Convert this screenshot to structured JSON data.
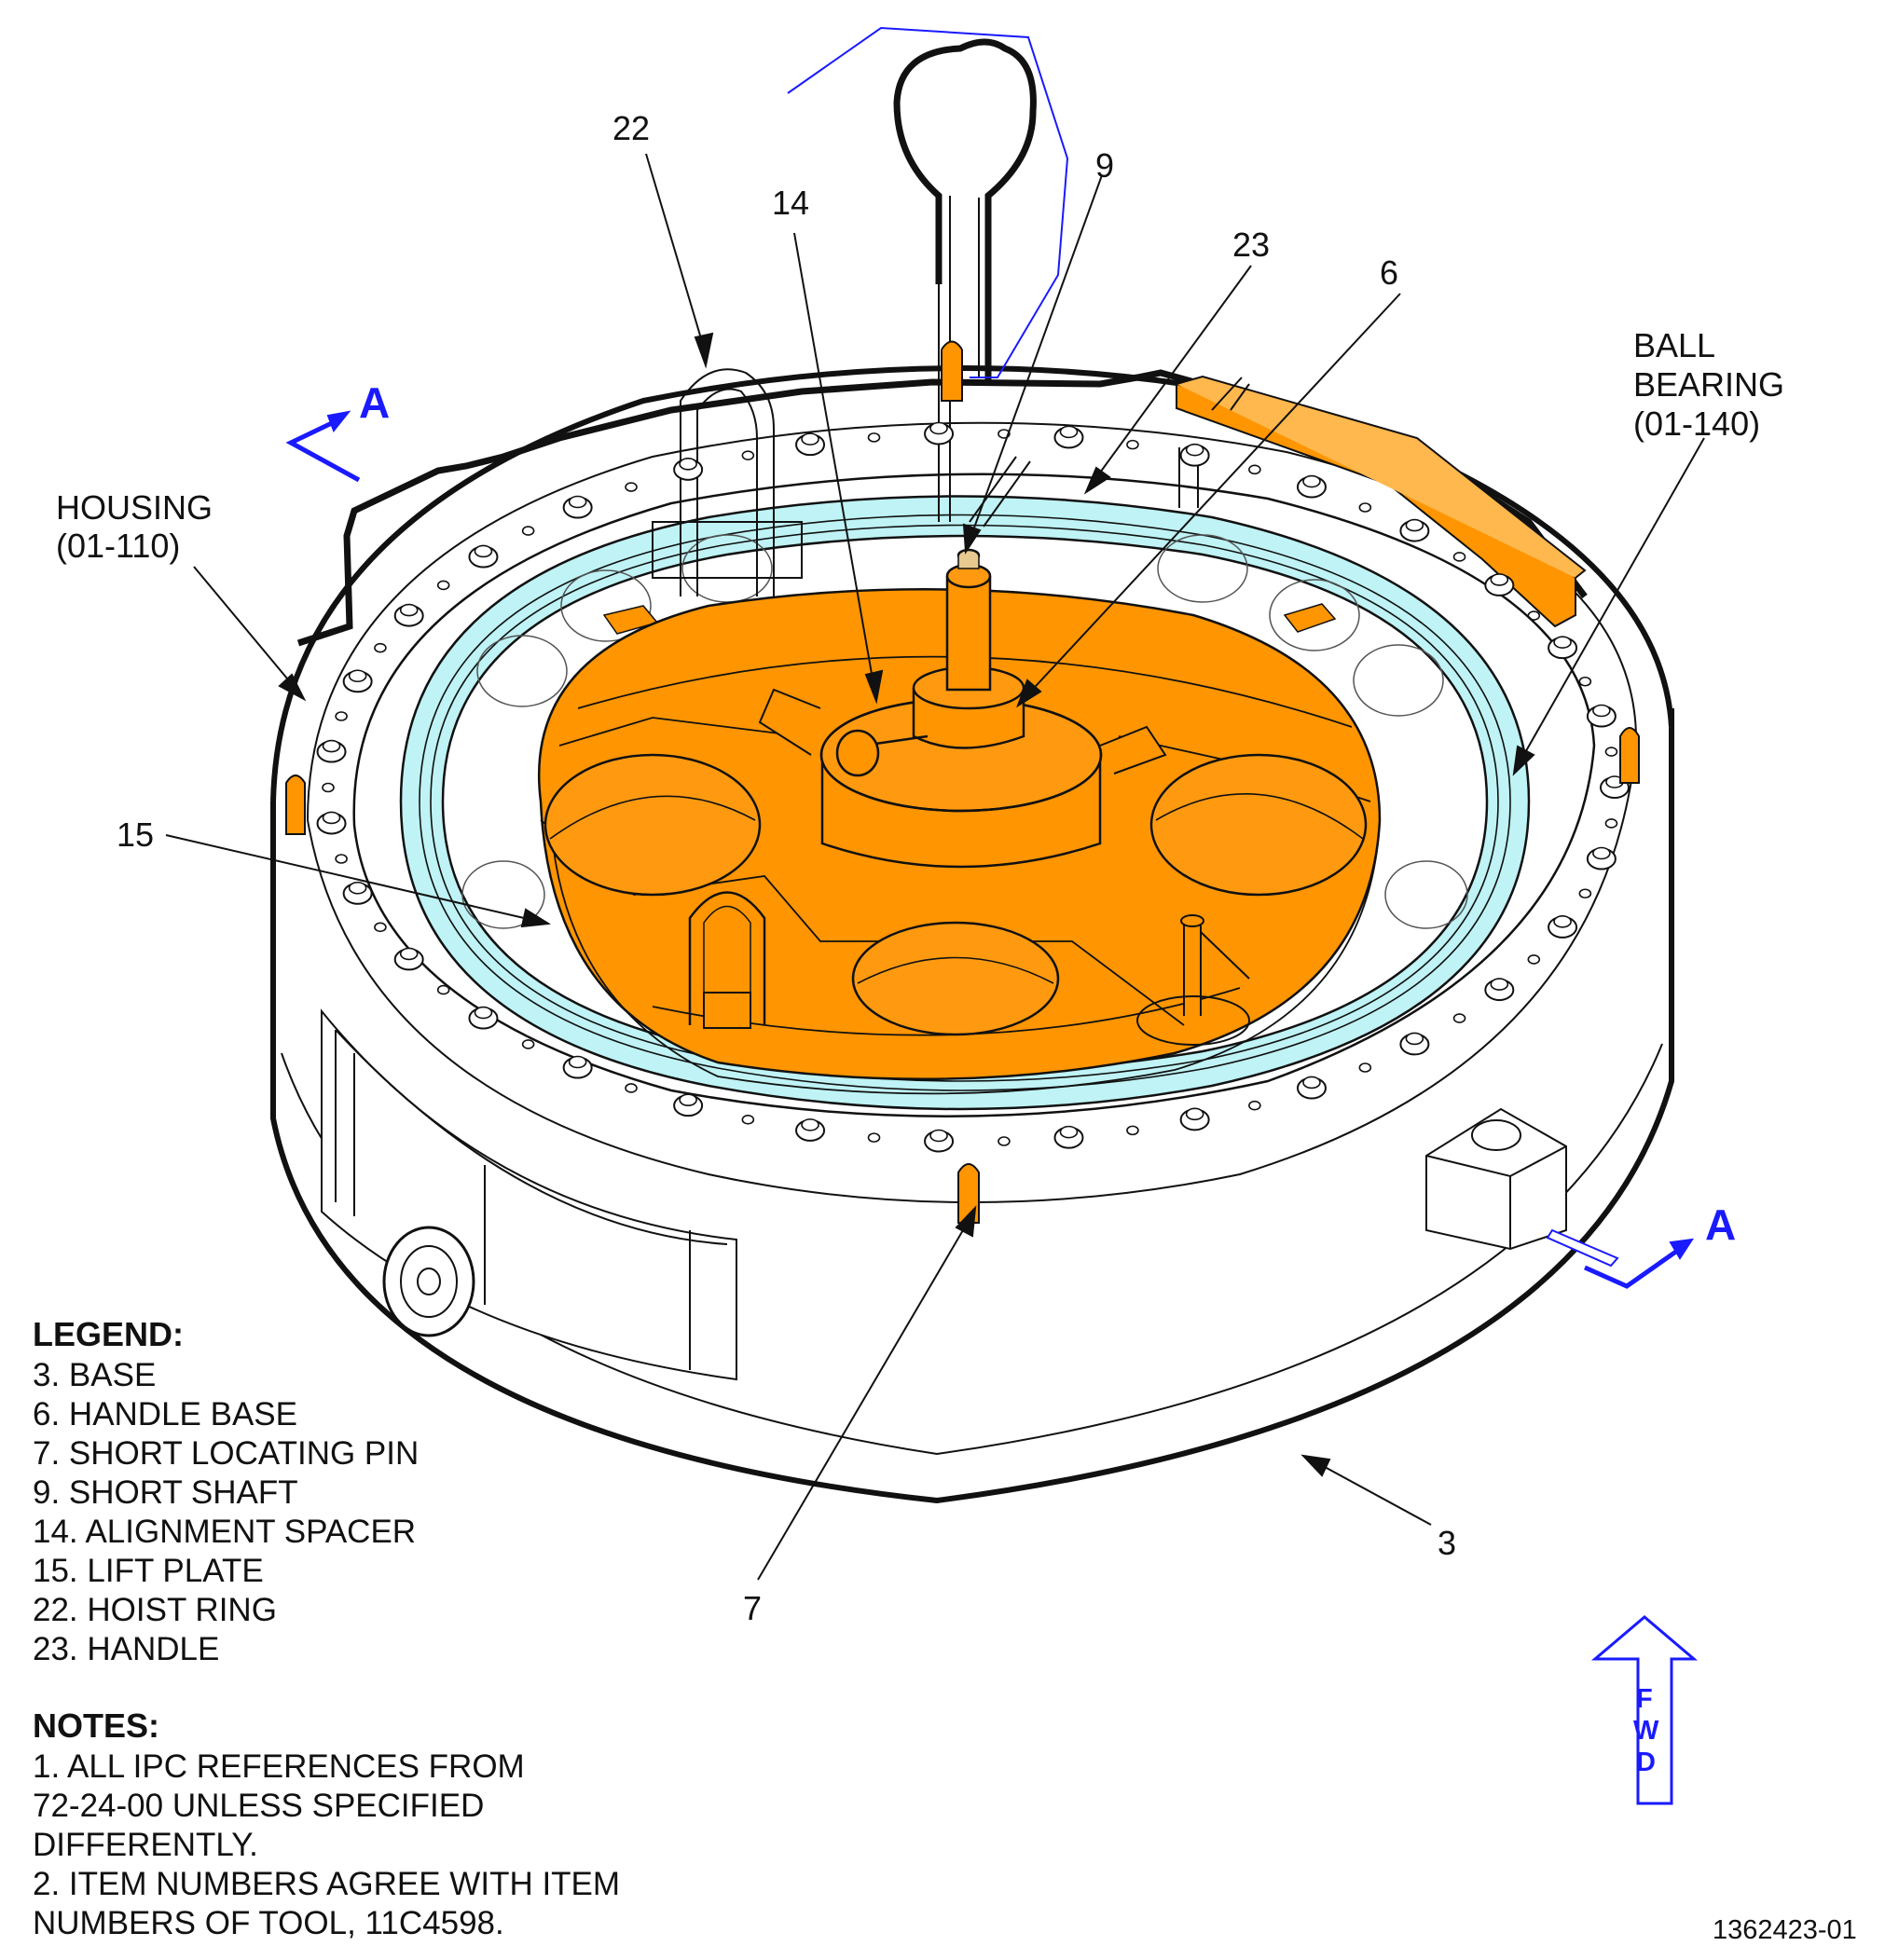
{
  "callouts": {
    "c22": "22",
    "c14": "14",
    "c9": "9",
    "c23": "23",
    "c6": "6",
    "c15": "15",
    "c7": "7",
    "c3": "3",
    "housing": [
      "HOUSING",
      "(01-110)"
    ],
    "ball_bearing": [
      "BALL",
      "BEARING",
      "(01-140)"
    ]
  },
  "section_marks": {
    "left": "A",
    "right": "A"
  },
  "legend": {
    "title": "LEGEND:",
    "items": [
      "  3. BASE",
      "  6. HANDLE BASE",
      "  7. SHORT LOCATING PIN",
      "  9. SHORT SHAFT",
      "14. ALIGNMENT SPACER",
      "15. LIFT PLATE",
      "22. HOIST RING",
      "23. HANDLE"
    ]
  },
  "notes": {
    "title": "NOTES:",
    "lines": [
      "1. ALL IPC REFERENCES FROM",
      "    72-24-00 UNLESS SPECIFIED",
      "    DIFFERENTLY.",
      "2. ITEM NUMBERS AGREE WITH ITEM",
      "    NUMBERS OF TOOL, 11C4598."
    ]
  },
  "fwd_letters": [
    "F",
    "W",
    "D"
  ],
  "figure_number": "1362423-01",
  "colors": {
    "line": "#111111",
    "orange": "#ff9500",
    "orange_dark": "#c86a00",
    "cyan": "#bff3f5",
    "cyan_line": "#7fd4d8",
    "blue": "#1a1aff"
  }
}
